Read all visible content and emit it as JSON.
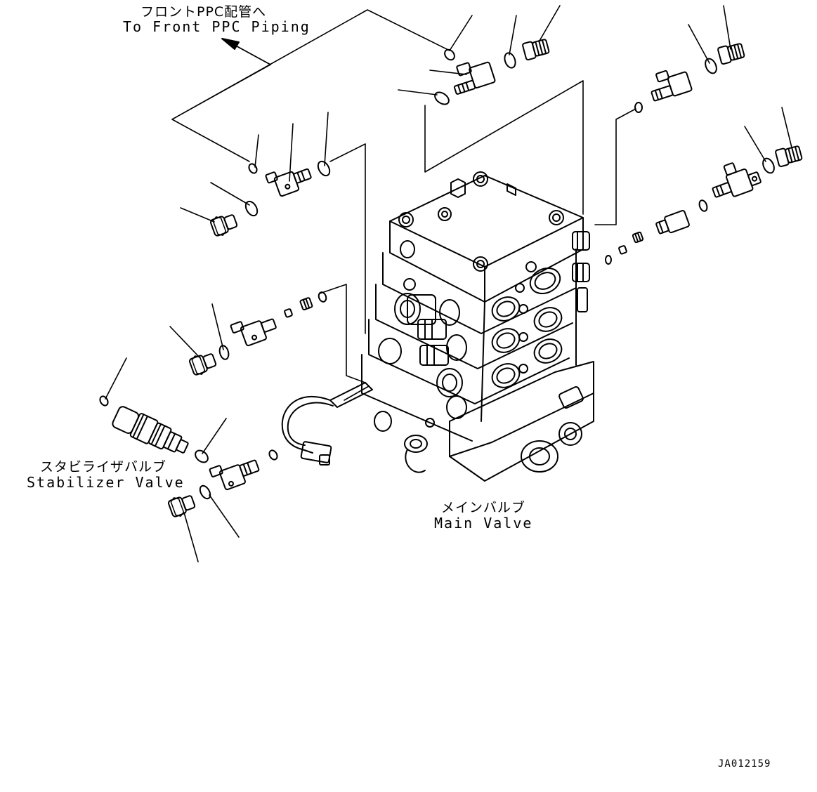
{
  "labels": {
    "front_ppc_jp": "フロントPPC配管へ",
    "front_ppc_en": "To Front PPC Piping",
    "stabilizer_jp": "スタビライザバルブ",
    "stabilizer_en": "Stabilizer Valve",
    "main_valve_jp": "メインバルブ",
    "main_valve_en": "Main Valve",
    "drawing_code": "JA012159"
  }
}
